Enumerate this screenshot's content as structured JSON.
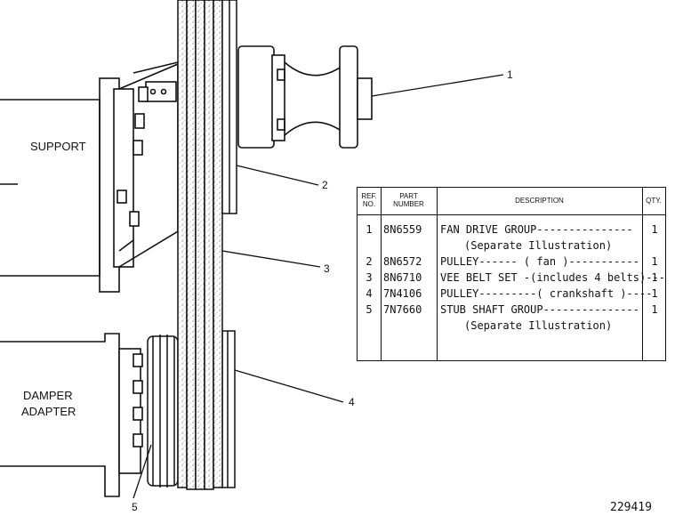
{
  "labels": {
    "support": "SUPPORT",
    "damper_line1": "DAMPER",
    "damper_line2": "ADAPTER"
  },
  "callouts": [
    "1",
    "2",
    "3",
    "4",
    "5"
  ],
  "figure_number": "229419",
  "parts_table": {
    "headers": {
      "ref_line1": "REF.",
      "ref_line2": "NO.",
      "part_line1": "PART",
      "part_line2": "NUMBER",
      "description": "DESCRIPTION",
      "qty": "QTY."
    },
    "rows": [
      {
        "ref": "1",
        "part": "8N6559",
        "desc": "FAN DRIVE GROUP---------------",
        "qty": "1"
      },
      {
        "ref": "",
        "part": "",
        "desc": "(Separate Illustration)",
        "qty": "",
        "sub": true
      },
      {
        "ref": "2",
        "part": "8N6572",
        "desc": "PULLEY------ ( fan )-----------",
        "qty": "1"
      },
      {
        "ref": "3",
        "part": "8N6710",
        "desc": "VEE BELT SET -(includes 4 belts)---",
        "qty": "1"
      },
      {
        "ref": "4",
        "part": "7N4106",
        "desc": "PULLEY---------( crankshaft )----",
        "qty": "1"
      },
      {
        "ref": "5",
        "part": "7N7660",
        "desc": "STUB SHAFT GROUP---------------",
        "qty": "1"
      },
      {
        "ref": "",
        "part": "",
        "desc": "(Separate Illustration)",
        "qty": "",
        "sub": true
      }
    ]
  }
}
